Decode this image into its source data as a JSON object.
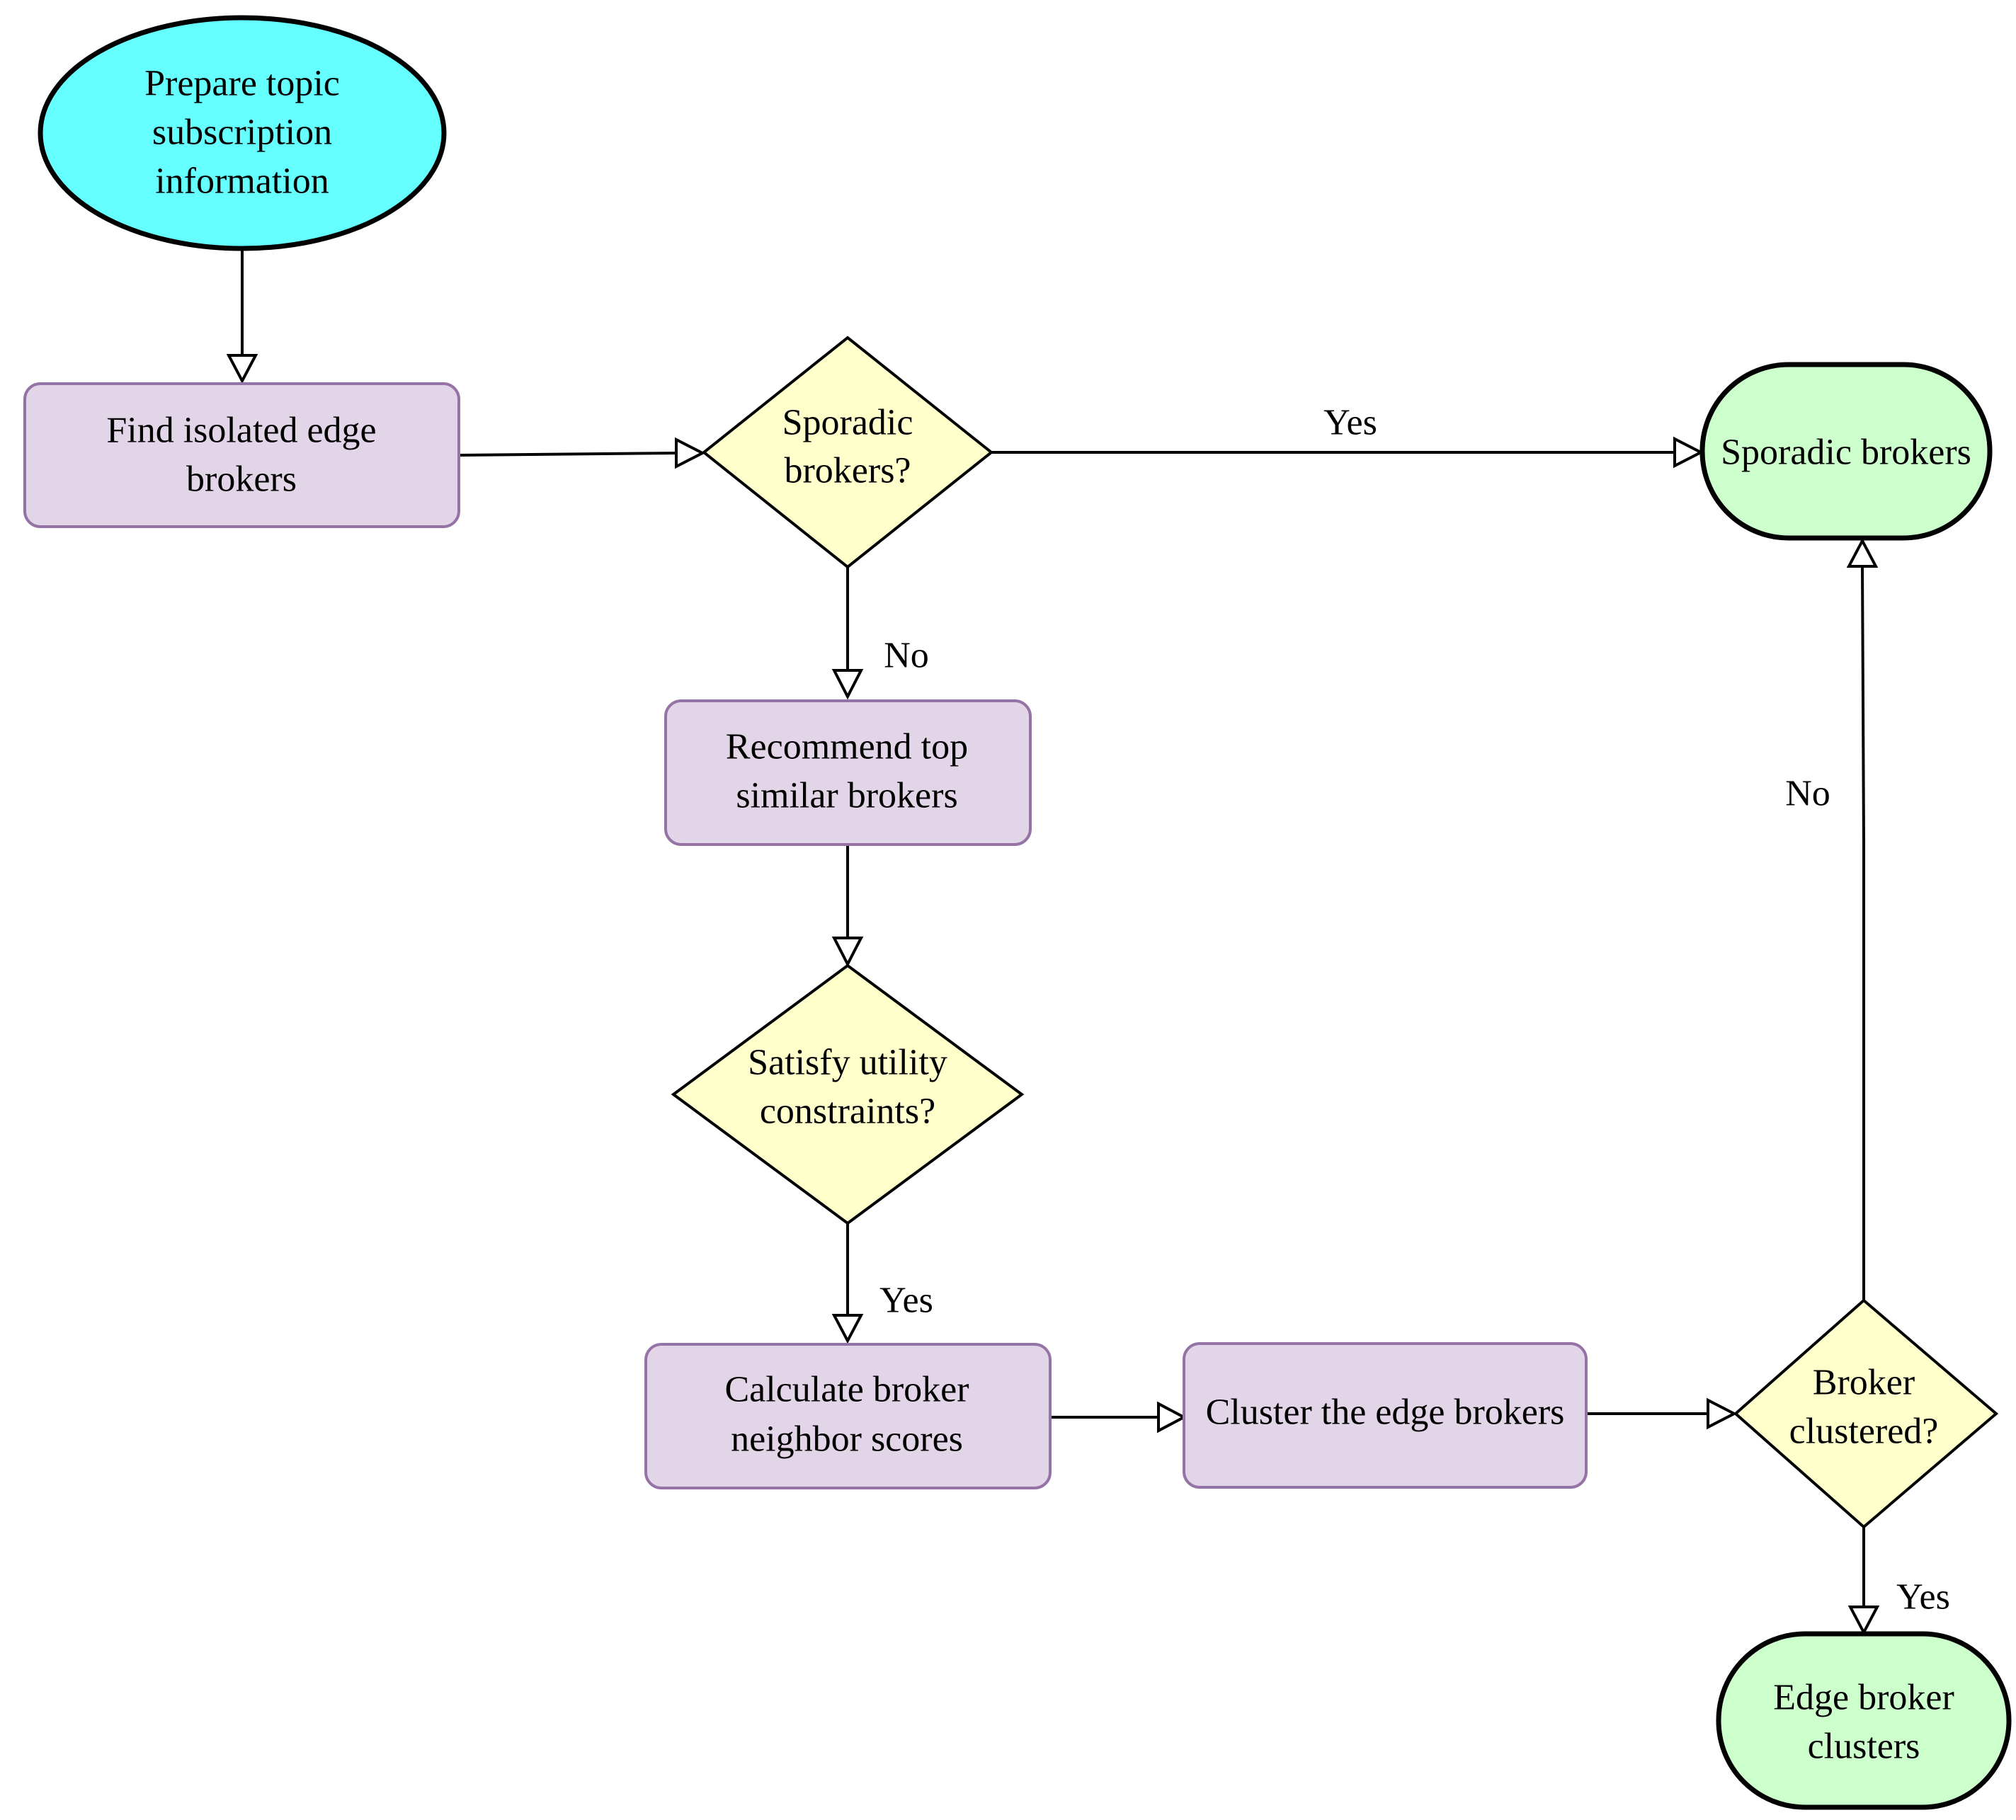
{
  "colors": {
    "start_fill": "#66ffff",
    "process_fill": "#e1d5e7",
    "process_stroke": "#9673a6",
    "decision_fill": "#ffffcc",
    "end_fill": "#ccffcc",
    "line": "#000000"
  },
  "nodes": {
    "start": {
      "lines": [
        "Prepare topic",
        "subscription",
        "information"
      ]
    },
    "find_isolated": {
      "lines": [
        "Find isolated edge",
        "brokers"
      ]
    },
    "sporadic_decision": {
      "lines": [
        "Sporadic",
        "brokers?"
      ]
    },
    "sporadic_end": {
      "lines": [
        "Sporadic brokers"
      ]
    },
    "recommend": {
      "lines": [
        "Recommend top",
        "similar brokers"
      ]
    },
    "satisfy_decision": {
      "lines": [
        "Satisfy utility",
        "constraints?"
      ]
    },
    "calculate": {
      "lines": [
        "Calculate broker",
        "neighbor scores"
      ]
    },
    "cluster": {
      "lines": [
        "Cluster the edge brokers"
      ]
    },
    "clustered_decision": {
      "lines": [
        "Broker",
        "clustered?"
      ]
    },
    "clusters_end": {
      "lines": [
        "Edge broker",
        "clusters"
      ]
    }
  },
  "edges": {
    "sporadic_yes": "Yes",
    "sporadic_no": "No",
    "satisfy_yes": "Yes",
    "clustered_no": "No",
    "clustered_yes": "Yes"
  }
}
